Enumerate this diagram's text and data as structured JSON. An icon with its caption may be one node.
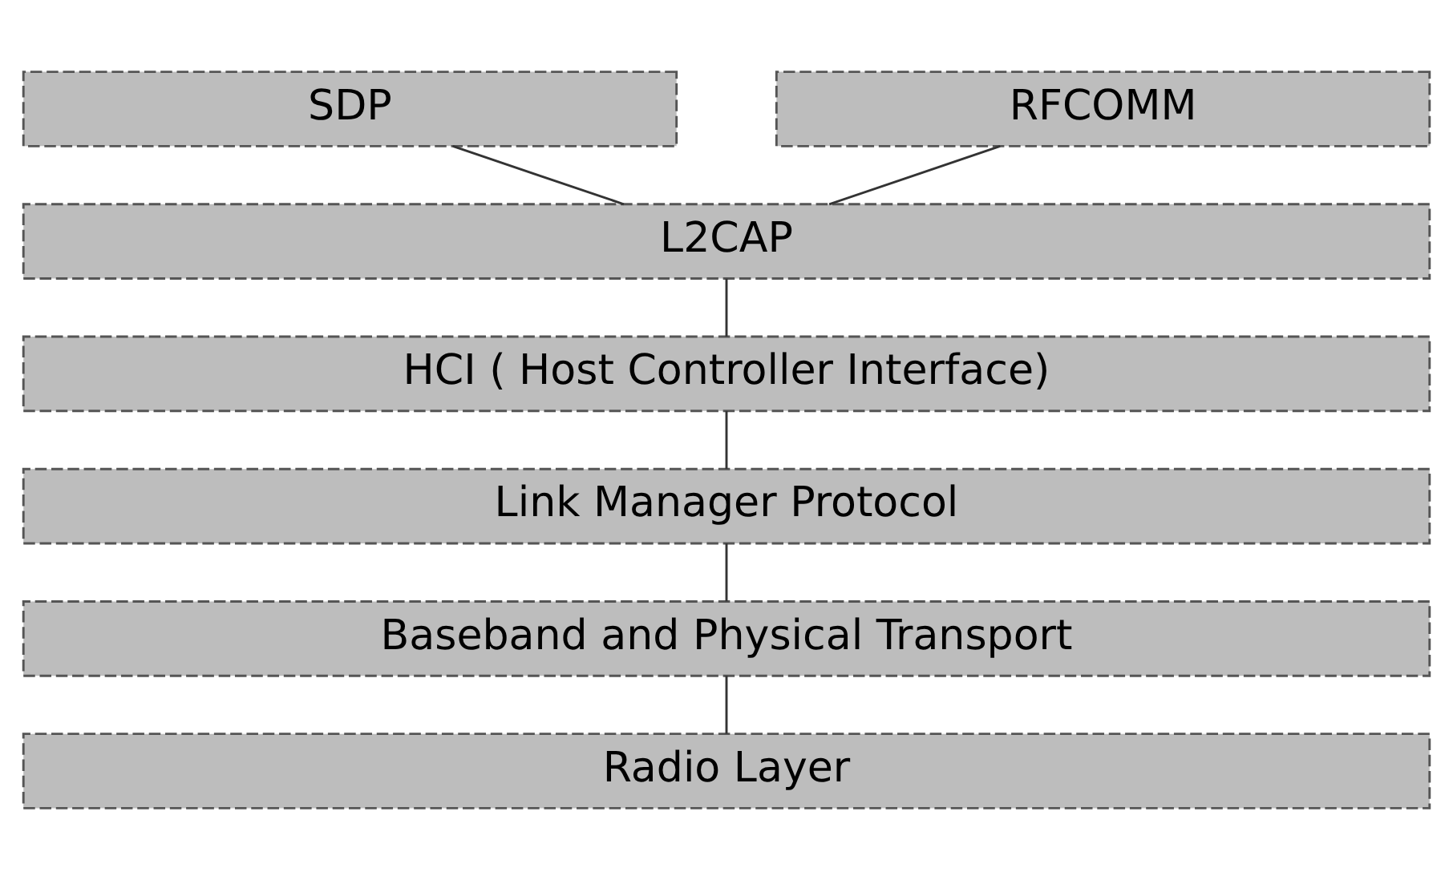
{
  "diagram": {
    "nodes": [
      {
        "text": [
          "SDP"
        ]
      },
      {
        "text": [
          "RFCOMM"
        ]
      },
      {
        "text": [
          "L2CAP"
        ]
      },
      {
        "text": [
          "HCI ( Host Controller Interface)"
        ]
      },
      {
        "text": [
          "Link Manager Protocol"
        ]
      },
      {
        "text": [
          "Baseband and Physical Transport"
        ]
      },
      {
        "text": [
          "Radio Layer"
        ]
      }
    ],
    "edges": [
      {
        "from": 0,
        "to": 2,
        "arrow": "none"
      },
      {
        "from": 1,
        "to": 2,
        "arrow": "none"
      },
      {
        "from": 2,
        "to": 3,
        "arrow": "none"
      },
      {
        "from": 3,
        "to": 4,
        "arrow": "none"
      },
      {
        "from": 4,
        "to": 5,
        "arrow": "none"
      },
      {
        "from": 5,
        "to": 6,
        "arrow": "none"
      }
    ]
  }
}
